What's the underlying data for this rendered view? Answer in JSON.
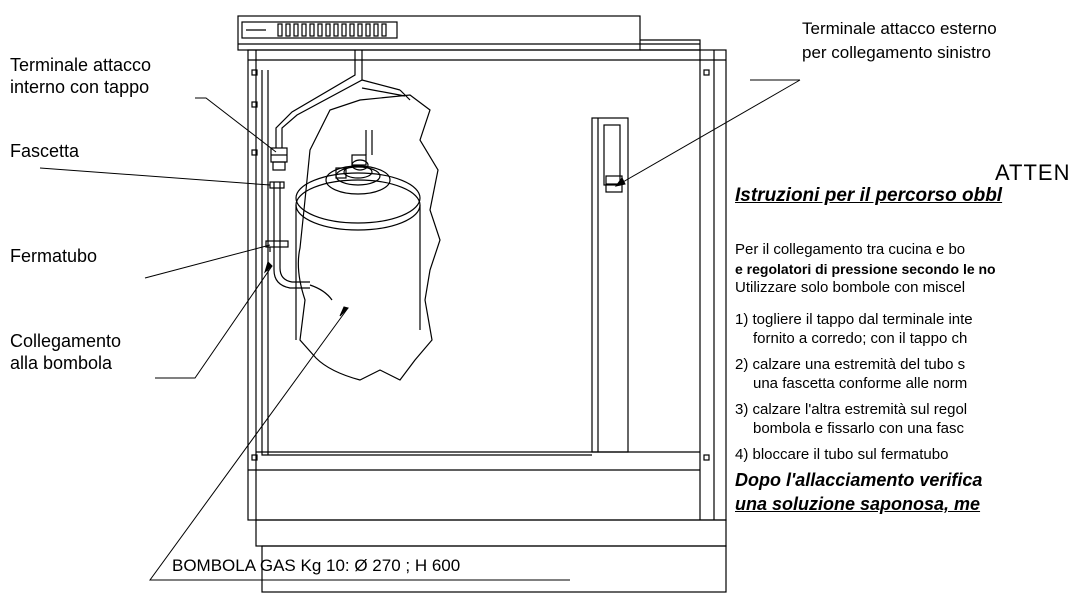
{
  "labels": {
    "terminale_interno": [
      "Terminale attacco",
      "interno con tappo"
    ],
    "fascetta": "Fascetta",
    "fermatubo": "Fermatubo",
    "collegamento": [
      "Collegamento",
      "alla bombola"
    ],
    "terminale_esterno": [
      "Terminale attacco esterno",
      "per collegamento sinistro"
    ],
    "bombola": "BOMBOLA GAS Kg 10: Ø 270 ; H 600"
  },
  "attention": {
    "title": "ATTEN",
    "subtitle": "Istruzioni per il percorso obbl",
    "para1": "Per il collegamento tra cucina e bo",
    "para2": "e regolatori di pressione secondo le no",
    "para3": "Utilizzare solo bombole con miscel",
    "steps": [
      [
        "1) togliere il tappo dal terminale inte",
        "fornito a corredo; con il tappo ch"
      ],
      [
        "2) calzare una estremità del tubo s",
        "una fascetta conforme alle norm"
      ],
      [
        "3) calzare l'altra estremità sul regol",
        "bombola e fissarlo con una fasc"
      ],
      [
        "4) bloccare il tubo sul fermatubo"
      ]
    ],
    "final": [
      "Dopo l'allacciamento verifica",
      "una soluzione saponosa, me"
    ]
  },
  "colors": {
    "line": "#000000",
    "background": "#ffffff"
  }
}
